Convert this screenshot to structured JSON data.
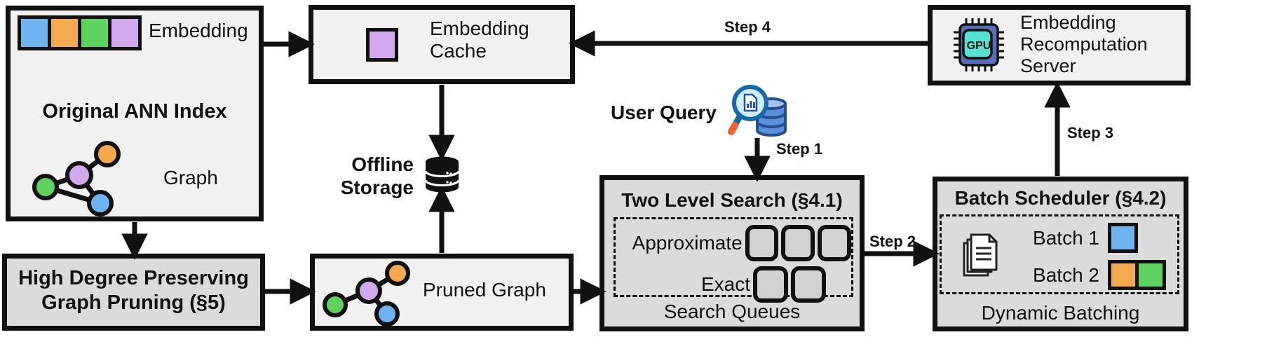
{
  "palette": {
    "blue": "#6FB3F0",
    "orange": "#F5A94F",
    "green": "#5ED25E",
    "purple": "#D2A9EE",
    "box_light": "#F1F1F2",
    "box_dark": "#DBDBDB",
    "ink": "#111111",
    "queue_slot": "#D2D2D2"
  },
  "original_index": {
    "embedding_label": "Embedding",
    "title": "Original ANN Index",
    "graph_label": "Graph",
    "embedding_cells": [
      "blue",
      "orange",
      "green",
      "purple"
    ]
  },
  "embedding_cache": {
    "lines": [
      "Embedding",
      "Cache"
    ]
  },
  "offline_storage": {
    "lines": [
      "Offline",
      "Storage"
    ]
  },
  "user_query": {
    "label": "User Query"
  },
  "two_level_search": {
    "title": "Two Level Search (§4.1)",
    "row1_label": "Approximate",
    "row1_slots": 3,
    "row2_label": "Exact",
    "row2_slots": 2,
    "footer": "Search Queues"
  },
  "batch_scheduler": {
    "title": "Batch Scheduler (§4.2)",
    "row1_label": "Batch 1",
    "row1_colors": [
      "blue"
    ],
    "row2_label": "Batch 2",
    "row2_colors": [
      "orange",
      "green"
    ],
    "footer": "Dynamic Batching"
  },
  "recomputation_server": {
    "lines": [
      "Embedding",
      "Recomputation",
      "Server"
    ],
    "gpu_label": "GPU"
  },
  "high_degree_pruning": {
    "lines": [
      "High Degree Preserving",
      "Graph Pruning (§5)"
    ]
  },
  "pruned_graph": {
    "label": "Pruned Graph"
  },
  "steps": {
    "step1": "Step 1",
    "step2": "Step 2",
    "step3": "Step 3",
    "step4": "Step 4"
  }
}
